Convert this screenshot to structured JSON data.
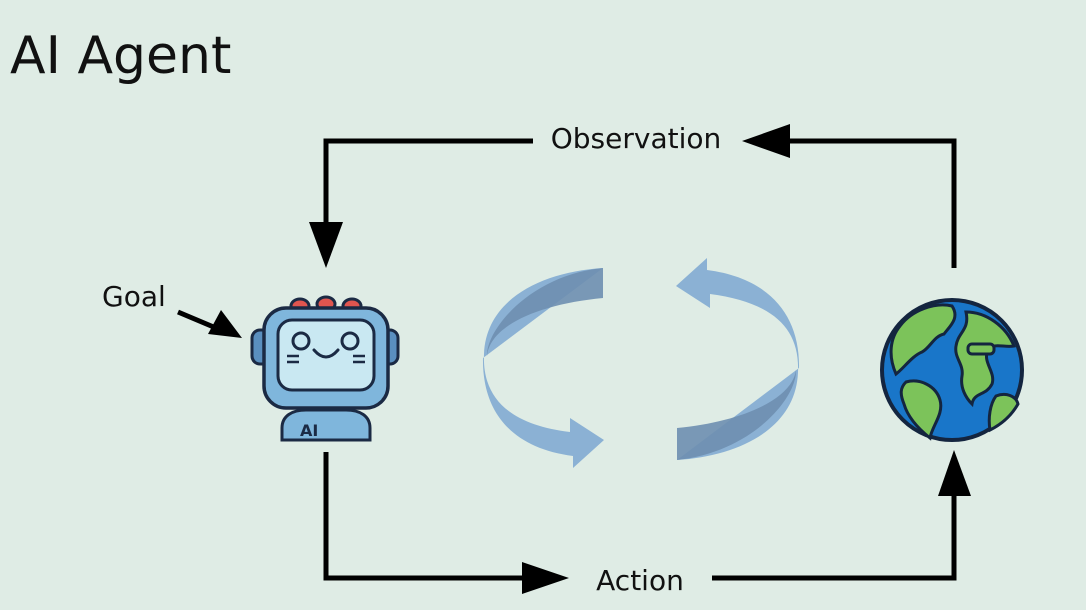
{
  "title": "AI Agent",
  "labels": {
    "observation": "Observation",
    "action": "Action",
    "goal": "Goal",
    "robot_chest": "AI"
  },
  "colors": {
    "background": "#dfece5",
    "line": "#000000",
    "cycle_arrow_light": "#86aed3",
    "cycle_arrow_dark": "#6e8fb0",
    "robot_body": "#7fb6dc",
    "robot_screen": "#c9e8f2",
    "ocean": "#1976c9",
    "land": "#7cc35a"
  },
  "icons": {
    "agent": "robot-icon",
    "environment": "earth-globe-icon",
    "cycle": "circular-arrows-icon"
  }
}
